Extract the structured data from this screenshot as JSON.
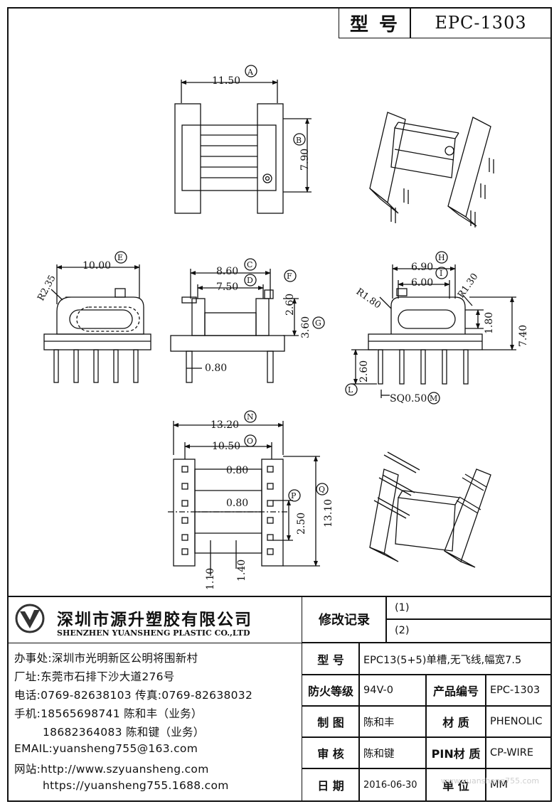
{
  "header": {
    "model_label": "型 号",
    "model_value": "EPC-1303"
  },
  "drawing": {
    "top_view": {
      "dim_width": "11.50",
      "dim_height": "7.90",
      "tag_a": "A",
      "tag_b": "B"
    },
    "front_view": {
      "dim_width": "10.00",
      "radius": "R2.35",
      "tag_e": "E"
    },
    "side_view": {
      "dim_top": "8.60",
      "dim_inner": "7.50",
      "dim_flange": "2.60",
      "dim_core": "3.60",
      "dim_pin": "0.80",
      "tag_c": "C",
      "tag_d": "D",
      "tag_f": "F",
      "tag_g": "G"
    },
    "end_view": {
      "dim_outer": "6.90",
      "dim_inner": "6.00",
      "radius_left": "R1.80",
      "radius_right": "R1.30",
      "dim_window": "1.80",
      "dim_total": "7.40",
      "dim_pin_len": "2.60",
      "dim_pin_sq": "SQ0.50",
      "tag_h": "H",
      "tag_i": "I",
      "tag_l": "L",
      "tag_m": "M"
    },
    "bottom_view": {
      "dim_width": "13.20",
      "dim_inner": "10.50",
      "dim_gap1": "0.80",
      "dim_gap2": "0.80",
      "dim_pitch": "2.50",
      "dim_height": "13.10",
      "dim_edge": "1.10",
      "dim_step": "1.40",
      "tag_n": "N",
      "tag_o": "O",
      "tag_p": "P",
      "tag_q": "Q"
    }
  },
  "company": {
    "name_cn": "深圳市源升塑胶有限公司",
    "name_en": "SHENZHEN YUANSHENG PLASTIC CO.,LTD",
    "office": "办事处:深圳市光明新区公明将围新村",
    "factory": "厂址:东莞市石排下沙大道276号",
    "phone": "电话:0769-82638103 传真:0769-82638032",
    "mobile1": "手机:18565698741 陈和丰（业务）",
    "mobile2": "18682364083 陈和键（业务）",
    "email": "EMAIL:yuansheng755@163.com",
    "website_label": "网站:http://www.szyuansheng.com",
    "website2": "https://yuansheng755.1688.com"
  },
  "revision": {
    "label": "修改记录",
    "rows": [
      "(1)",
      "(2)"
    ]
  },
  "spec": {
    "model_label": "型 号",
    "model_value": "EPC13(5+5)单槽,无飞线,幅宽7.5",
    "fire_label": "防火等级",
    "fire_value": "94V-0",
    "product_no_label": "产品编号",
    "product_no_value": "EPC-1303",
    "drawn_label": "制 图",
    "drawn_value": "陈和丰",
    "material_label": "材 质",
    "material_value": "PHENOLIC",
    "review_label": "审 核",
    "review_value": "陈和键",
    "pin_label": "PIN材 质",
    "pin_value": "CP-WIRE",
    "date_label": "日 期",
    "date_value": "2016-06-30",
    "unit_label": "单 位",
    "unit_value": "MM"
  },
  "watermark": "www.yuansheng755.com"
}
